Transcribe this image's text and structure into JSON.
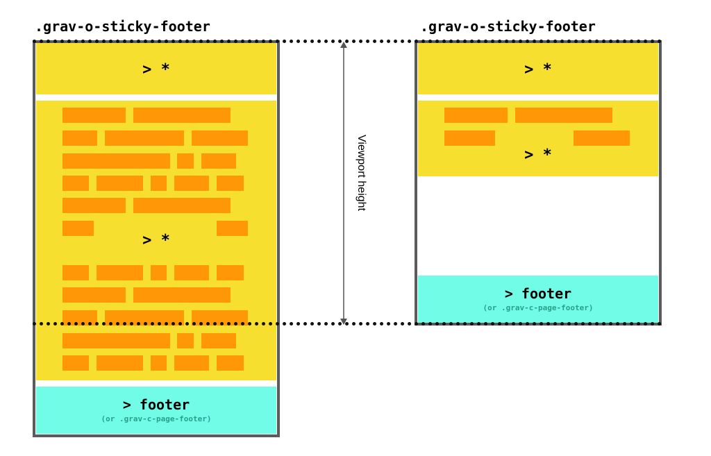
{
  "left_panel": {
    "class_label": ".grav-o-sticky-footer",
    "header_selector": "> *",
    "content_selector": "> *",
    "footer_label": "> footer",
    "footer_sub": "(or .grav-c-page-footer)"
  },
  "right_panel": {
    "class_label": ".grav-o-sticky-footer",
    "header_selector": "> *",
    "content_selector": "> *",
    "footer_label": "> footer",
    "footer_sub": "(or .grav-c-page-footer)"
  },
  "viewport_label": "Viewport height",
  "colors": {
    "header_block": "#f7df2f",
    "content_bar": "#ff9706",
    "footer_block": "#70fce6",
    "border": "#5b5b5b"
  }
}
